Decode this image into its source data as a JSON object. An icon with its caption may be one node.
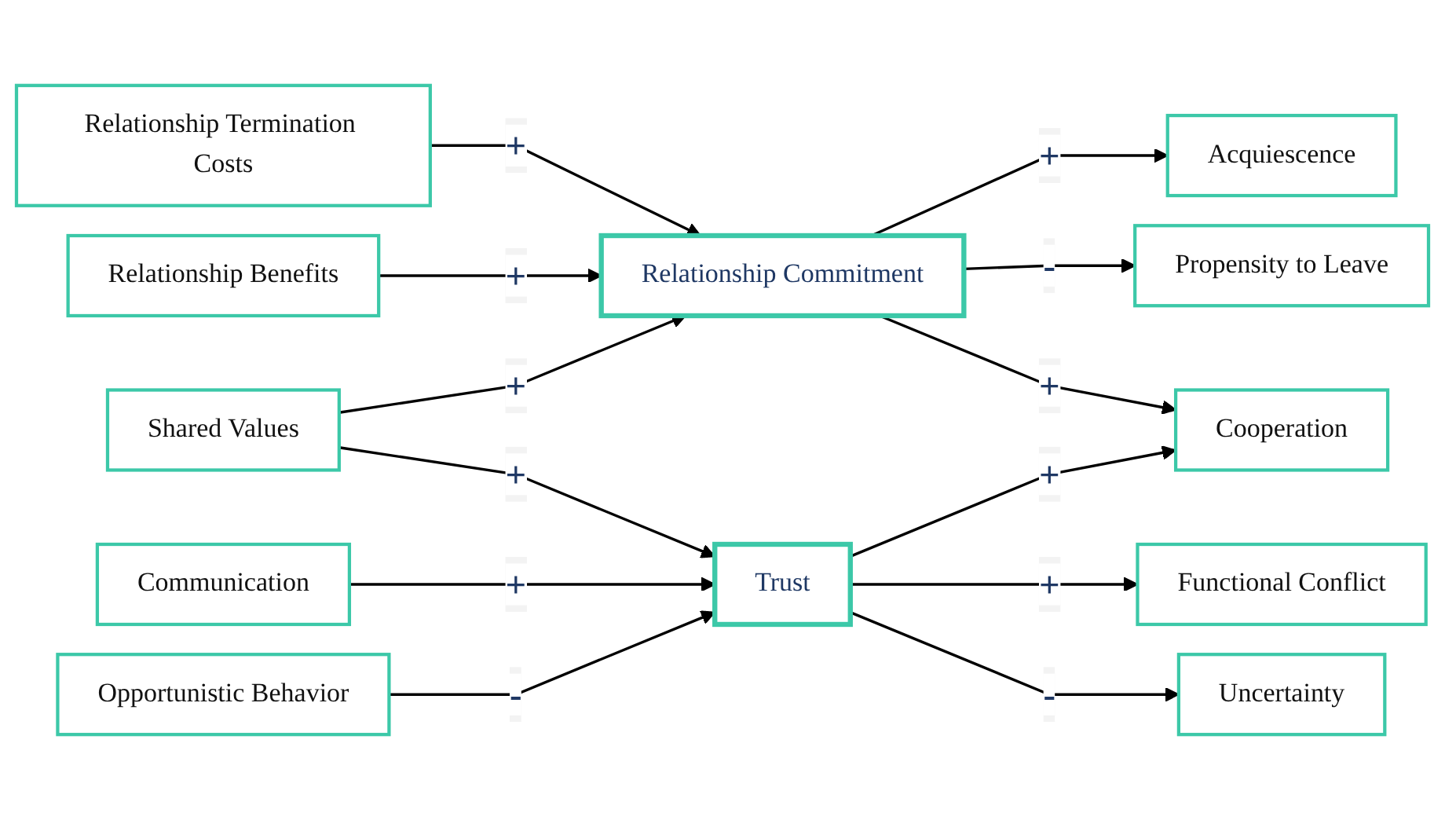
{
  "diagram": {
    "nodes": [
      {
        "text": [
          "Relationship Termination Costs"
        ]
      },
      {
        "text": [
          "Relationship Benefits"
        ]
      },
      {
        "text": [
          "Shared Values"
        ]
      },
      {
        "text": [
          "Communication"
        ]
      },
      {
        "text": [
          "Opportunistic Behavior"
        ]
      },
      {
        "text": [
          "Relationship Commitment"
        ]
      },
      {
        "text": [
          "Trust"
        ]
      },
      {
        "text": [
          "Acquiescence"
        ]
      },
      {
        "text": [
          "Propensity to Leave"
        ]
      },
      {
        "text": [
          "Cooperation"
        ]
      },
      {
        "text": [
          "Functional Conflict"
        ]
      },
      {
        "text": [
          "Uncertainty"
        ]
      }
    ],
    "edges": [
      {
        "from": 0,
        "to": 5,
        "arrow": "to",
        "label": "+"
      },
      {
        "from": 1,
        "to": 5,
        "arrow": "to",
        "label": "+"
      },
      {
        "from": 2,
        "to": 5,
        "arrow": "to",
        "label": "+"
      },
      {
        "from": 2,
        "to": 6,
        "arrow": "to",
        "label": "+"
      },
      {
        "from": 3,
        "to": 6,
        "arrow": "to",
        "label": "+"
      },
      {
        "from": 4,
        "to": 6,
        "arrow": "to",
        "label": "-"
      },
      {
        "from": 5,
        "to": 7,
        "arrow": "to",
        "label": "+"
      },
      {
        "from": 5,
        "to": 8,
        "arrow": "to",
        "label": "-"
      },
      {
        "from": 5,
        "to": 9,
        "arrow": "to",
        "label": "+"
      },
      {
        "from": 6,
        "to": 9,
        "arrow": "to",
        "label": "+"
      },
      {
        "from": 6,
        "to": 10,
        "arrow": "to",
        "label": "+"
      },
      {
        "from": 6,
        "to": 11,
        "arrow": "to",
        "label": "-"
      }
    ]
  }
}
